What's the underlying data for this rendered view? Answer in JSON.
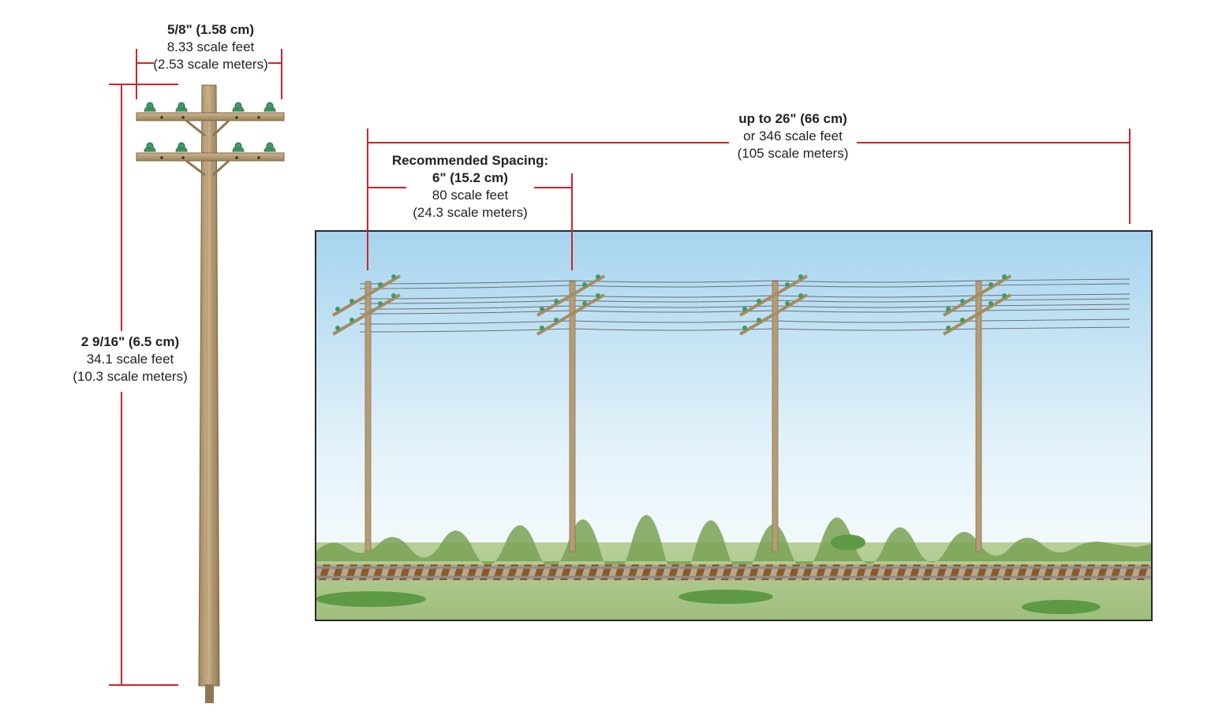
{
  "colors": {
    "dimension_line": "#d0232b",
    "pole_wood": "#b59c74",
    "insulator": "#3f9a64",
    "sky_top": "#a9d6ee",
    "grass": "#7aa253",
    "tie": "#8a5a2b",
    "rail": "#8c8c8c"
  },
  "crossarm_width": {
    "bold": "5/8\" (1.58 cm)",
    "line2": "8.33 scale feet",
    "line3": "(2.53 scale meters)"
  },
  "pole_height": {
    "bold": "2 9/16\" (6.5 cm)",
    "line2": "34.1 scale feet",
    "line3": "(10.3 scale meters)"
  },
  "recommended_spacing": {
    "bold1": "Recommended Spacing:",
    "bold2": "6\" (15.2 cm)",
    "line3": "80 scale feet",
    "line4": "(24.3 scale meters)"
  },
  "max_span": {
    "bold": "up to 26\" (66 cm)",
    "line2": "or 346 scale feet",
    "line3": "(105 scale meters)"
  },
  "scene": {
    "pole_count": 4,
    "wires_per_pole": 8,
    "insulators_per_crossarm": 4,
    "crossarms_per_pole": 2
  }
}
